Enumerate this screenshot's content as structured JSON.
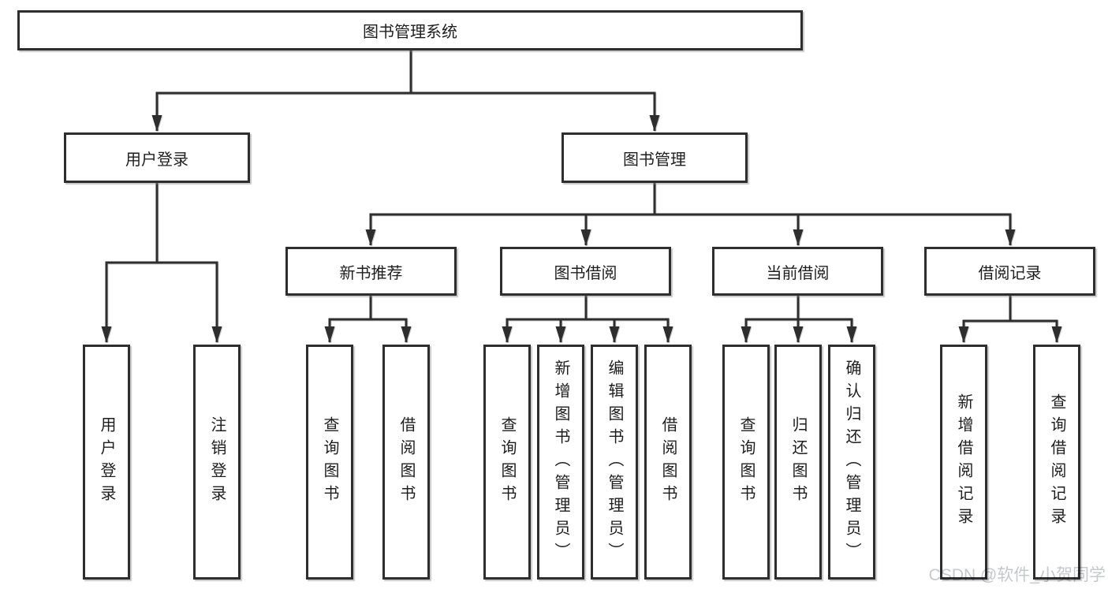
{
  "diagram": {
    "root": {
      "label": "图书管理系统"
    },
    "level2": [
      {
        "id": "user-login-group",
        "label": "用户登录",
        "parent": "root"
      },
      {
        "id": "book-management",
        "label": "图书管理",
        "parent": "root"
      }
    ],
    "level3": [
      {
        "id": "new-book-recommend",
        "label": "新书推荐",
        "parent": "book-management"
      },
      {
        "id": "book-borrowing",
        "label": "图书借阅",
        "parent": "book-management"
      },
      {
        "id": "current-borrowing",
        "label": "当前借阅",
        "parent": "book-management"
      },
      {
        "id": "borrowing-records",
        "label": "借阅记录",
        "parent": "book-management"
      }
    ],
    "leaves": [
      {
        "label": "用户登录",
        "parent": "user-login-group"
      },
      {
        "label": "注销登录",
        "parent": "user-login-group"
      },
      {
        "label": "查询图书",
        "parent": "new-book-recommend"
      },
      {
        "label": "借阅图书",
        "parent": "new-book-recommend"
      },
      {
        "label": "查询图书",
        "parent": "book-borrowing"
      },
      {
        "label": "新增图书（管理员）",
        "parent": "book-borrowing"
      },
      {
        "label": "编辑图书（管理员）",
        "parent": "book-borrowing"
      },
      {
        "label": "借阅图书",
        "parent": "book-borrowing"
      },
      {
        "label": "查询图书",
        "parent": "current-borrowing"
      },
      {
        "label": "归还图书",
        "parent": "current-borrowing"
      },
      {
        "label": "确认归还（管理员）",
        "parent": "current-borrowing"
      },
      {
        "label": "新增借阅记录",
        "parent": "borrowing-records"
      },
      {
        "label": "查询借阅记录",
        "parent": "borrowing-records"
      }
    ],
    "colors": {
      "line": "#2e2e2e",
      "text": "#1e1e1e",
      "background": "#ffffff",
      "watermark": "#c5c8cc"
    }
  },
  "watermark": {
    "text": "CSDN @软件_小贺同学"
  }
}
